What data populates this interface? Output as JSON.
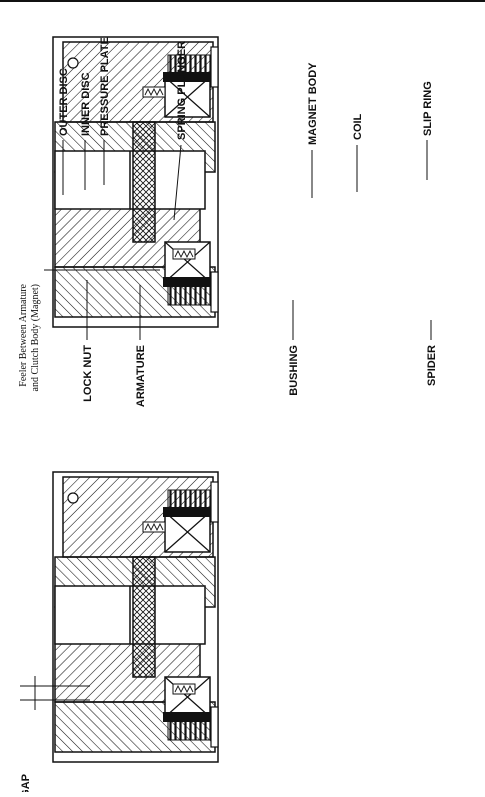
{
  "figure": {
    "top_labels": {
      "outer_disc": "OUTER DISC",
      "inner_disc": "INNER DISC",
      "pressure_plate": "PRESSURE PLATE",
      "spring_plunger": "SPRING PLUNGER",
      "magnet_body": "MAGNET BODY",
      "coil": "COIL",
      "slip_ring": "SLIP RING"
    },
    "bottom_labels": {
      "lock_nut": "LOCK NUT",
      "armature": "ARMATURE",
      "bushing": "BUSHING",
      "spider": "SPIDER"
    },
    "feeler_note": {
      "line1": "Feeler Between Armature",
      "line2": "and Clutch Body (Magnet)"
    },
    "air_gap_label": "AIR GAP"
  }
}
